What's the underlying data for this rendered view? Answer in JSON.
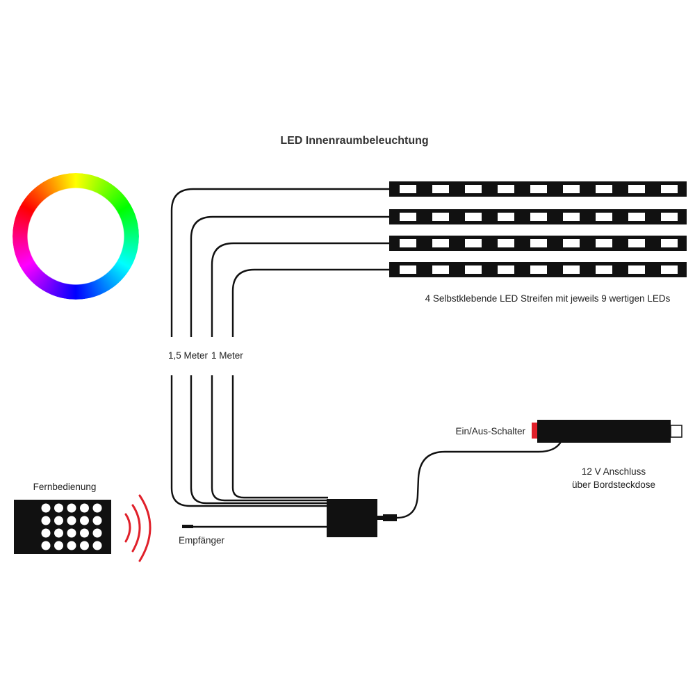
{
  "title": "LED Innenraumbeleuchtung",
  "labels": {
    "strips": "4 Selbstklebende LED Streifen mit jeweils 9 wertigen LEDs",
    "length_long": "1,5 Meter",
    "length_short": "1 Meter",
    "switch": "Ein/Aus-Schalter",
    "power_line1": "12 V  Anschluss",
    "power_line2": "über Bordsteckdose",
    "remote": "Fernbedienung",
    "receiver": "Empfänger"
  },
  "led_strips": {
    "count": 4,
    "leds_per_strip": 9
  },
  "remote_buttons": {
    "rows": 4,
    "cols": 5
  },
  "colors": {
    "wire": "#111111",
    "strip_body": "#111111",
    "led": "#ffffff",
    "switch": "#e0202a",
    "signal_waves": "#e0202a"
  },
  "icons": {
    "color_ring": "rgb-color-wheel-icon",
    "remote": "remote-control-icon",
    "signal": "signal-waves-icon"
  }
}
